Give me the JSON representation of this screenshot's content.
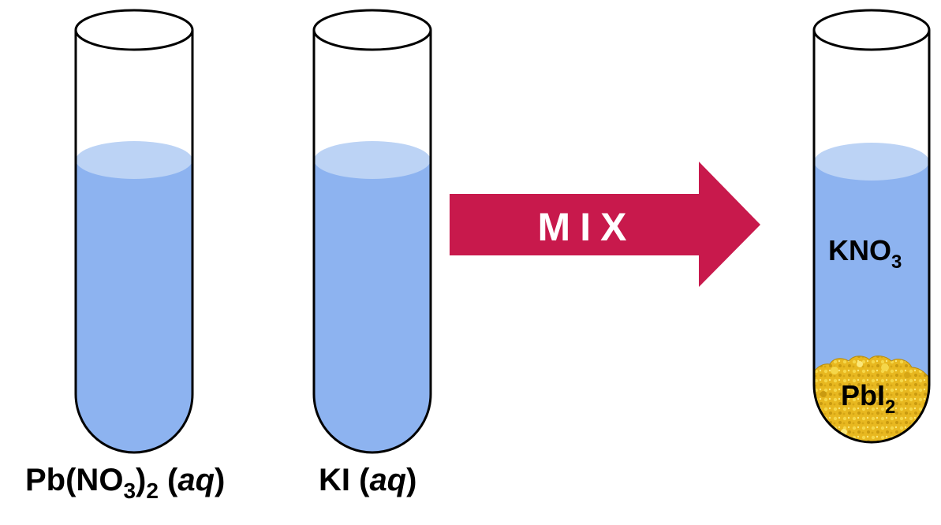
{
  "colors": {
    "liquid": "#8db3f0",
    "liquid_surface": "#bcd3f5",
    "arrow": "#c8194c",
    "precipitate": "#e8b820",
    "precipitate_dark": "#c99a10",
    "precipitate_light": "#f5d74a",
    "outline": "#000000"
  },
  "tubes": [
    {
      "reagent": "Pb(NO",
      "subscript1": "3",
      "close": ")",
      "subscript2": "2",
      "state_open": " (",
      "state": "aq",
      "state_close": ")"
    },
    {
      "reagent": "KI (",
      "state": "aq",
      "state_close": ")"
    },
    {
      "solution": "KNO",
      "solution_sub": "3",
      "precipitate": "PbI",
      "precipitate_sub": "2"
    }
  ],
  "arrow": {
    "label": "MIX"
  }
}
